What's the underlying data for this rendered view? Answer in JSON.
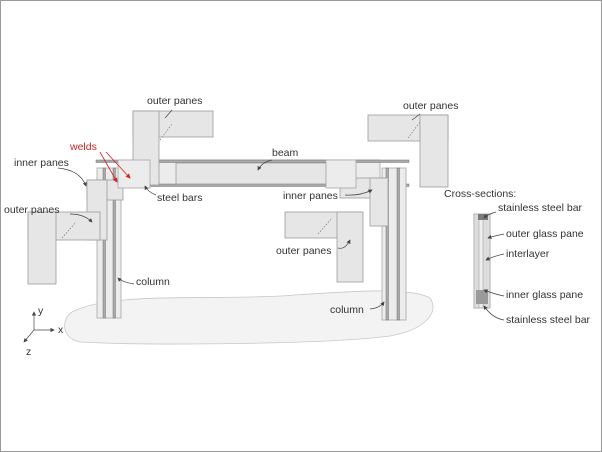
{
  "labels": {
    "outer_panes": "outer panes",
    "welds": "welds",
    "inner_panes": "inner panes",
    "beam": "beam",
    "steel_bars": "steel bars",
    "column": "column",
    "cross_sections": "Cross-sections:",
    "stainless_steel_bar": "stainless steel bar",
    "outer_glass_pane": "outer glass pane",
    "interlayer": "interlayer",
    "inner_glass_pane": "inner glass pane"
  },
  "axes": {
    "y": "y",
    "x": "x",
    "z": "z"
  },
  "colors": {
    "welds": "#d22222",
    "glass": "#e6e6e6",
    "steel": "#a9a9a9"
  }
}
